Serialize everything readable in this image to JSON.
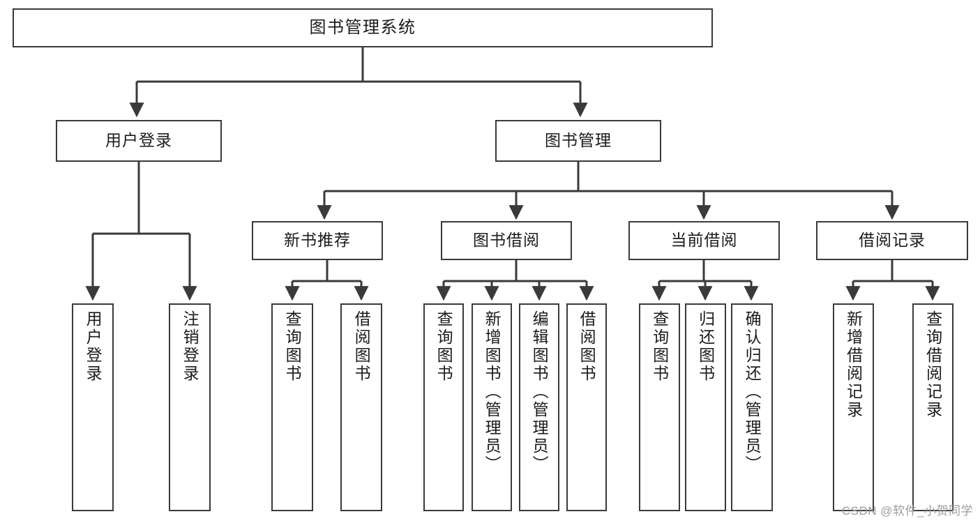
{
  "diagram": {
    "title": "图书管理系统",
    "root": {
      "label": "图书管理系统"
    },
    "level2": [
      {
        "label": "用户登录"
      },
      {
        "label": "图书管理"
      }
    ],
    "level3": [
      {
        "label": "新书推荐"
      },
      {
        "label": "图书借阅"
      },
      {
        "label": "当前借阅"
      },
      {
        "label": "借阅记录"
      }
    ],
    "leaves": {
      "user_login": [
        {
          "label": "用户登录"
        },
        {
          "label": "注销登录"
        }
      ],
      "new_book_recommend": [
        {
          "label": "查询图书"
        },
        {
          "label": "借阅图书"
        }
      ],
      "book_borrow": [
        {
          "label": "查询图书"
        },
        {
          "label": "新增图书（管理员）"
        },
        {
          "label": "编辑图书（管理员）"
        },
        {
          "label": "借阅图书"
        }
      ],
      "current_borrow": [
        {
          "label": "查询图书"
        },
        {
          "label": "归还图书"
        },
        {
          "label": "确认归还（管理员）"
        }
      ],
      "borrow_record": [
        {
          "label": "新增借阅记录"
        },
        {
          "label": "查询借阅记录"
        }
      ]
    }
  },
  "watermark": {
    "text": "CSDN @软件_小贺同学"
  },
  "colors": {
    "stroke": "#3a3a3a",
    "text": "#1b1b1b",
    "background": "#ffffff",
    "watermark": "#9b9b9b"
  }
}
